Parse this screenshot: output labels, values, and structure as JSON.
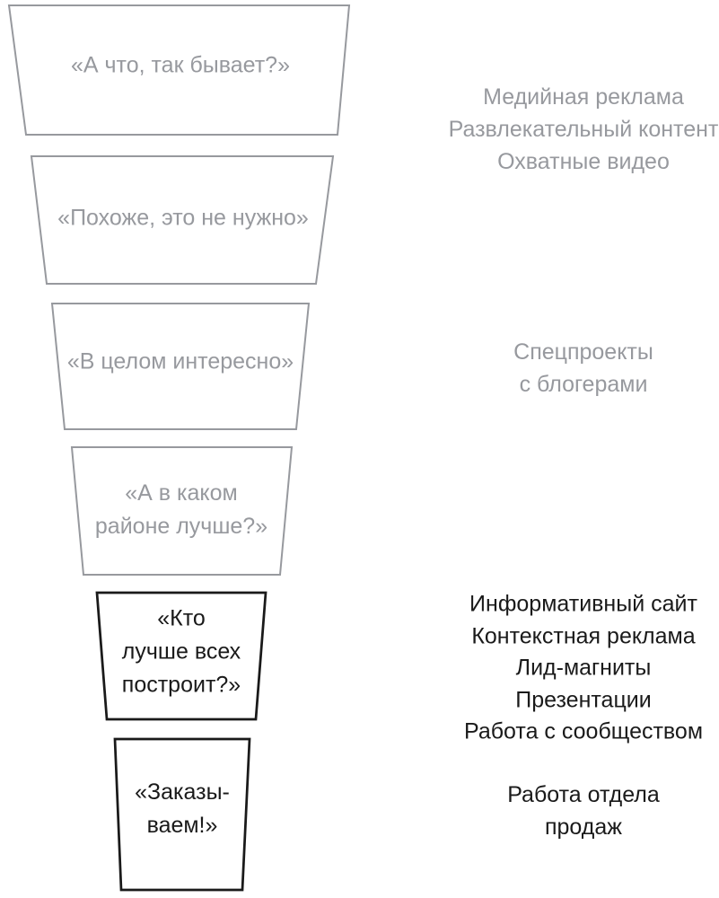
{
  "colors": {
    "gray": "#97999e",
    "black": "#1a1a1a"
  },
  "funnel": {
    "stages": [
      {
        "quote_lines": [
          "«А что, так бывает?»"
        ],
        "tone": "gray"
      },
      {
        "quote_lines": [
          "«Похоже, это не нужно»"
        ],
        "tone": "gray"
      },
      {
        "quote_lines": [
          "«В целом интересно»"
        ],
        "tone": "gray"
      },
      {
        "quote_lines": [
          "«А в каком",
          "районе лучше?»"
        ],
        "tone": "gray"
      },
      {
        "quote_lines": [
          "«Кто",
          "лучше всех",
          "построит?»"
        ],
        "tone": "black"
      },
      {
        "quote_lines": [
          "«Заказы-",
          "ваем!»"
        ],
        "tone": "black"
      }
    ]
  },
  "annotations": [
    {
      "lines": [
        "Медийная реклама",
        "Развлекательный контент",
        "Охватные видео"
      ],
      "tone": "gray"
    },
    {
      "lines": [
        "Спецпроекты",
        "с блогерами"
      ],
      "tone": "gray"
    },
    {
      "lines": [
        "Информативный сайт",
        "Контекстная реклама",
        "Лид-магниты",
        "Презентации",
        "Работа с сообществом"
      ],
      "tone": "black"
    },
    {
      "lines": [
        "Работа отдела",
        "продаж"
      ],
      "tone": "black"
    }
  ]
}
